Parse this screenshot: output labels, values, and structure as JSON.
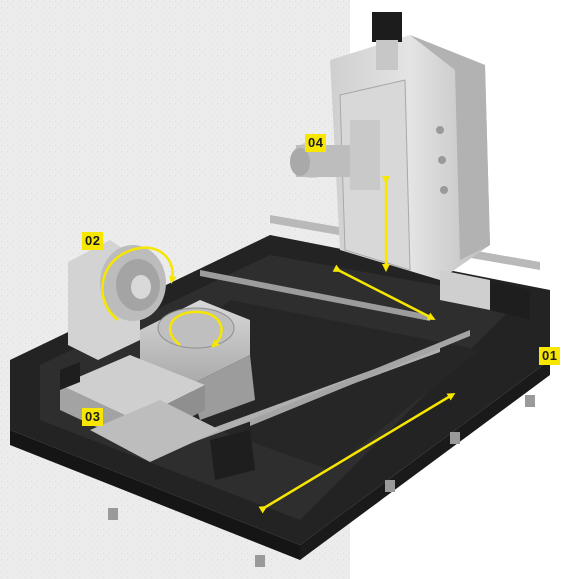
{
  "labels": {
    "l01": "01",
    "l02": "02",
    "l03": "03",
    "l04": "04"
  },
  "colors": {
    "highlight": "#f6e600",
    "machine_dark": "#2a2a2a",
    "machine_light": "#d6d6d6",
    "background_left": "#eeeeee"
  }
}
